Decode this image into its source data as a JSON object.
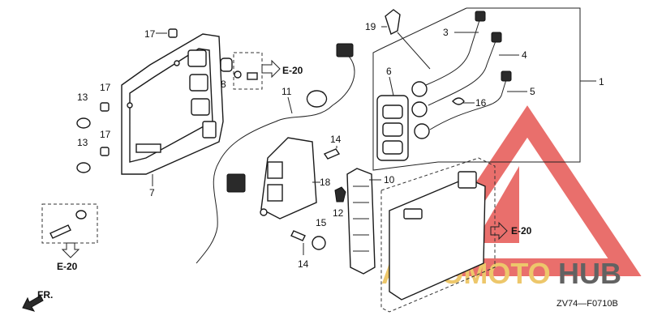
{
  "diagram_code": "ZV74—F0710B",
  "front_marker": "FR.",
  "callouts": {
    "c1": "1",
    "c3": "3",
    "c4": "4",
    "c5": "5",
    "c6": "6",
    "c7": "7",
    "c8": "8",
    "c10": "10",
    "c11": "11",
    "c12": "12",
    "c13a": "13",
    "c13b": "13",
    "c14a": "14",
    "c14b": "14",
    "c15": "15",
    "c16": "16",
    "c17a": "17",
    "c17b": "17",
    "c17c": "17",
    "c18": "18",
    "c19": "19"
  },
  "refs": {
    "r1": "E-20",
    "r2": "E-20",
    "r3": "E-20"
  },
  "watermark": {
    "part1": "AUTOMOTO",
    "part2": "HUB",
    "color_red": "#e2403c",
    "color_gold": "#e8b53a",
    "color_dark": "#2e2e2e"
  }
}
